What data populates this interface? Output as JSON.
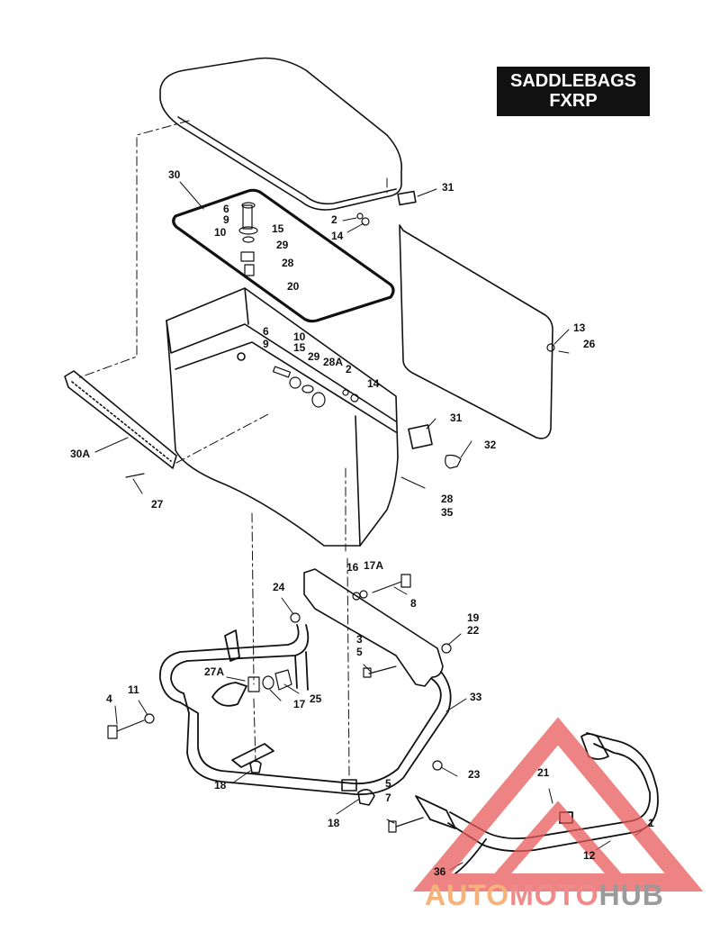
{
  "title": {
    "line1": "SADDLEBAGS",
    "line2": "FXRP"
  },
  "callouts": [
    {
      "id": "30",
      "text": "30"
    },
    {
      "id": "6a",
      "text": "6"
    },
    {
      "id": "9a",
      "text": "9"
    },
    {
      "id": "15a",
      "text": "15"
    },
    {
      "id": "10a",
      "text": "10"
    },
    {
      "id": "29a",
      "text": "29"
    },
    {
      "id": "28a",
      "text": "28"
    },
    {
      "id": "20",
      "text": "20"
    },
    {
      "id": "31a",
      "text": "31"
    },
    {
      "id": "2a",
      "text": "2"
    },
    {
      "id": "14a",
      "text": "14"
    },
    {
      "id": "13",
      "text": "13"
    },
    {
      "id": "26",
      "text": "26"
    },
    {
      "id": "6b",
      "text": "6"
    },
    {
      "id": "9b",
      "text": "9"
    },
    {
      "id": "10b",
      "text": "10"
    },
    {
      "id": "15b",
      "text": "15"
    },
    {
      "id": "29b",
      "text": "29"
    },
    {
      "id": "28Ab",
      "text": "28A"
    },
    {
      "id": "2b",
      "text": "2"
    },
    {
      "id": "14b",
      "text": "14"
    },
    {
      "id": "31b",
      "text": "31"
    },
    {
      "id": "32",
      "text": "32"
    },
    {
      "id": "30A",
      "text": "30A"
    },
    {
      "id": "27",
      "text": "27"
    },
    {
      "id": "28b",
      "text": "28"
    },
    {
      "id": "35",
      "text": "35"
    },
    {
      "id": "16",
      "text": "16"
    },
    {
      "id": "17A",
      "text": "17A"
    },
    {
      "id": "24",
      "text": "24"
    },
    {
      "id": "8",
      "text": "8"
    },
    {
      "id": "19",
      "text": "19"
    },
    {
      "id": "22",
      "text": "22"
    },
    {
      "id": "3",
      "text": "3"
    },
    {
      "id": "5a",
      "text": "5"
    },
    {
      "id": "27A",
      "text": "27A"
    },
    {
      "id": "17",
      "text": "17"
    },
    {
      "id": "25",
      "text": "25"
    },
    {
      "id": "4",
      "text": "4"
    },
    {
      "id": "11",
      "text": "11"
    },
    {
      "id": "33",
      "text": "33"
    },
    {
      "id": "23",
      "text": "23"
    },
    {
      "id": "18a",
      "text": "18"
    },
    {
      "id": "18b",
      "text": "18"
    },
    {
      "id": "5b",
      "text": "5"
    },
    {
      "id": "7",
      "text": "7"
    },
    {
      "id": "21",
      "text": "21"
    },
    {
      "id": "1",
      "text": "1"
    },
    {
      "id": "12",
      "text": "12"
    },
    {
      "id": "36",
      "text": "36"
    }
  ],
  "watermark": {
    "part1": "AUTO",
    "part2": "MOTO",
    "part3": "HUB"
  },
  "colors": {
    "ink": "#111111",
    "watermark_red": "#e85a5a",
    "watermark_orange": "#f6b27a",
    "watermark_gray": "#9a9a9a"
  }
}
